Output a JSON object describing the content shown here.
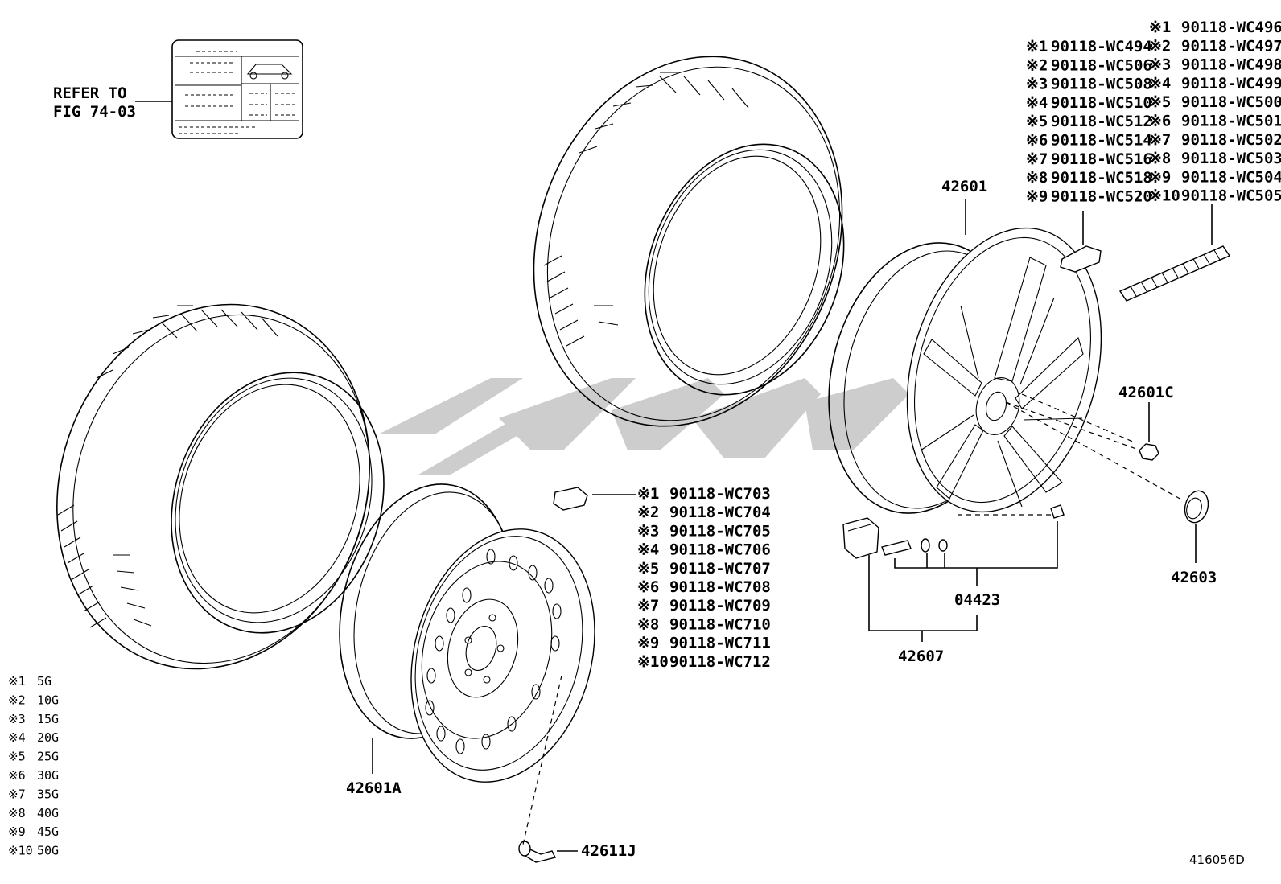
{
  "diagram_id": "416056D",
  "refer_note": {
    "line1": "REFER TO",
    "line2": "FIG 74-03"
  },
  "parts": {
    "wheel_alloy": "42601",
    "wheel_steel": "42601A",
    "hub_nut": "42601C",
    "center_cap": "42603",
    "tpms_sensor": "42607",
    "valve_kit": "04423",
    "valve_stem": "42611J"
  },
  "steel_weights": [
    {
      "mark": "※1",
      "code": "90118-WC703"
    },
    {
      "mark": "※2",
      "code": "90118-WC704"
    },
    {
      "mark": "※3",
      "code": "90118-WC705"
    },
    {
      "mark": "※4",
      "code": "90118-WC706"
    },
    {
      "mark": "※5",
      "code": "90118-WC707"
    },
    {
      "mark": "※6",
      "code": "90118-WC708"
    },
    {
      "mark": "※7",
      "code": "90118-WC709"
    },
    {
      "mark": "※8",
      "code": "90118-WC710"
    },
    {
      "mark": "※9",
      "code": "90118-WC711"
    },
    {
      "mark": "※10",
      "code": "90118-WC712"
    }
  ],
  "clip_weights": [
    {
      "mark": "※1",
      "code": "90118-WC494"
    },
    {
      "mark": "※2",
      "code": "90118-WC506"
    },
    {
      "mark": "※3",
      "code": "90118-WC508"
    },
    {
      "mark": "※4",
      "code": "90118-WC510"
    },
    {
      "mark": "※5",
      "code": "90118-WC512"
    },
    {
      "mark": "※6",
      "code": "90118-WC514"
    },
    {
      "mark": "※7",
      "code": "90118-WC516"
    },
    {
      "mark": "※8",
      "code": "90118-WC518"
    },
    {
      "mark": "※9",
      "code": "90118-WC520"
    }
  ],
  "adhesive_weights": [
    {
      "mark": "※1",
      "code": "90118-WC496"
    },
    {
      "mark": "※2",
      "code": "90118-WC497"
    },
    {
      "mark": "※3",
      "code": "90118-WC498"
    },
    {
      "mark": "※4",
      "code": "90118-WC499"
    },
    {
      "mark": "※5",
      "code": "90118-WC500"
    },
    {
      "mark": "※6",
      "code": "90118-WC501"
    },
    {
      "mark": "※7",
      "code": "90118-WC502"
    },
    {
      "mark": "※8",
      "code": "90118-WC503"
    },
    {
      "mark": "※9",
      "code": "90118-WC504"
    },
    {
      "mark": "※10",
      "code": "90118-WC505"
    }
  ],
  "weight_legend": [
    {
      "mark": "※1",
      "weight": "5G"
    },
    {
      "mark": "※2",
      "weight": "10G"
    },
    {
      "mark": "※3",
      "weight": "15G"
    },
    {
      "mark": "※4",
      "weight": "20G"
    },
    {
      "mark": "※5",
      "weight": "25G"
    },
    {
      "mark": "※6",
      "weight": "30G"
    },
    {
      "mark": "※7",
      "weight": "35G"
    },
    {
      "mark": "※8",
      "weight": "40G"
    },
    {
      "mark": "※9",
      "weight": "45G"
    },
    {
      "mark": "※10",
      "weight": "50G"
    }
  ]
}
